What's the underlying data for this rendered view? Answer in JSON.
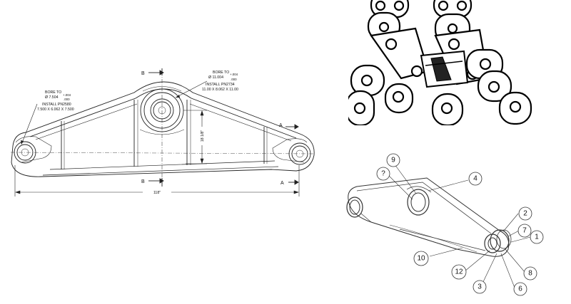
{
  "drawing": {
    "section_b_top": "B",
    "section_b_bottom": "B",
    "section_a_top": "A",
    "section_a_bottom": "A",
    "overall_length": "118\"",
    "height_dim": "18 1/8\"",
    "left_bore": {
      "line1": "BORE TO",
      "line2": "Ø 7.504",
      "tol_plus": "+.004",
      "tol_minus": ".000",
      "line3": "INSTALL PN2580",
      "line4": "7.500 X 6.062 X 7.500"
    },
    "center_bore": {
      "line1": "BORE TO",
      "line2": "Ø 11.004",
      "tol_plus": "+.004",
      "tol_minus": ".000",
      "line3": "INSTALL PN2734",
      "line4": "11.00 X 8.062 X 11.00"
    }
  },
  "callouts": [
    "9",
    "?",
    "4",
    "2",
    "7",
    "1",
    "10",
    "12",
    "8",
    "3",
    "6"
  ]
}
